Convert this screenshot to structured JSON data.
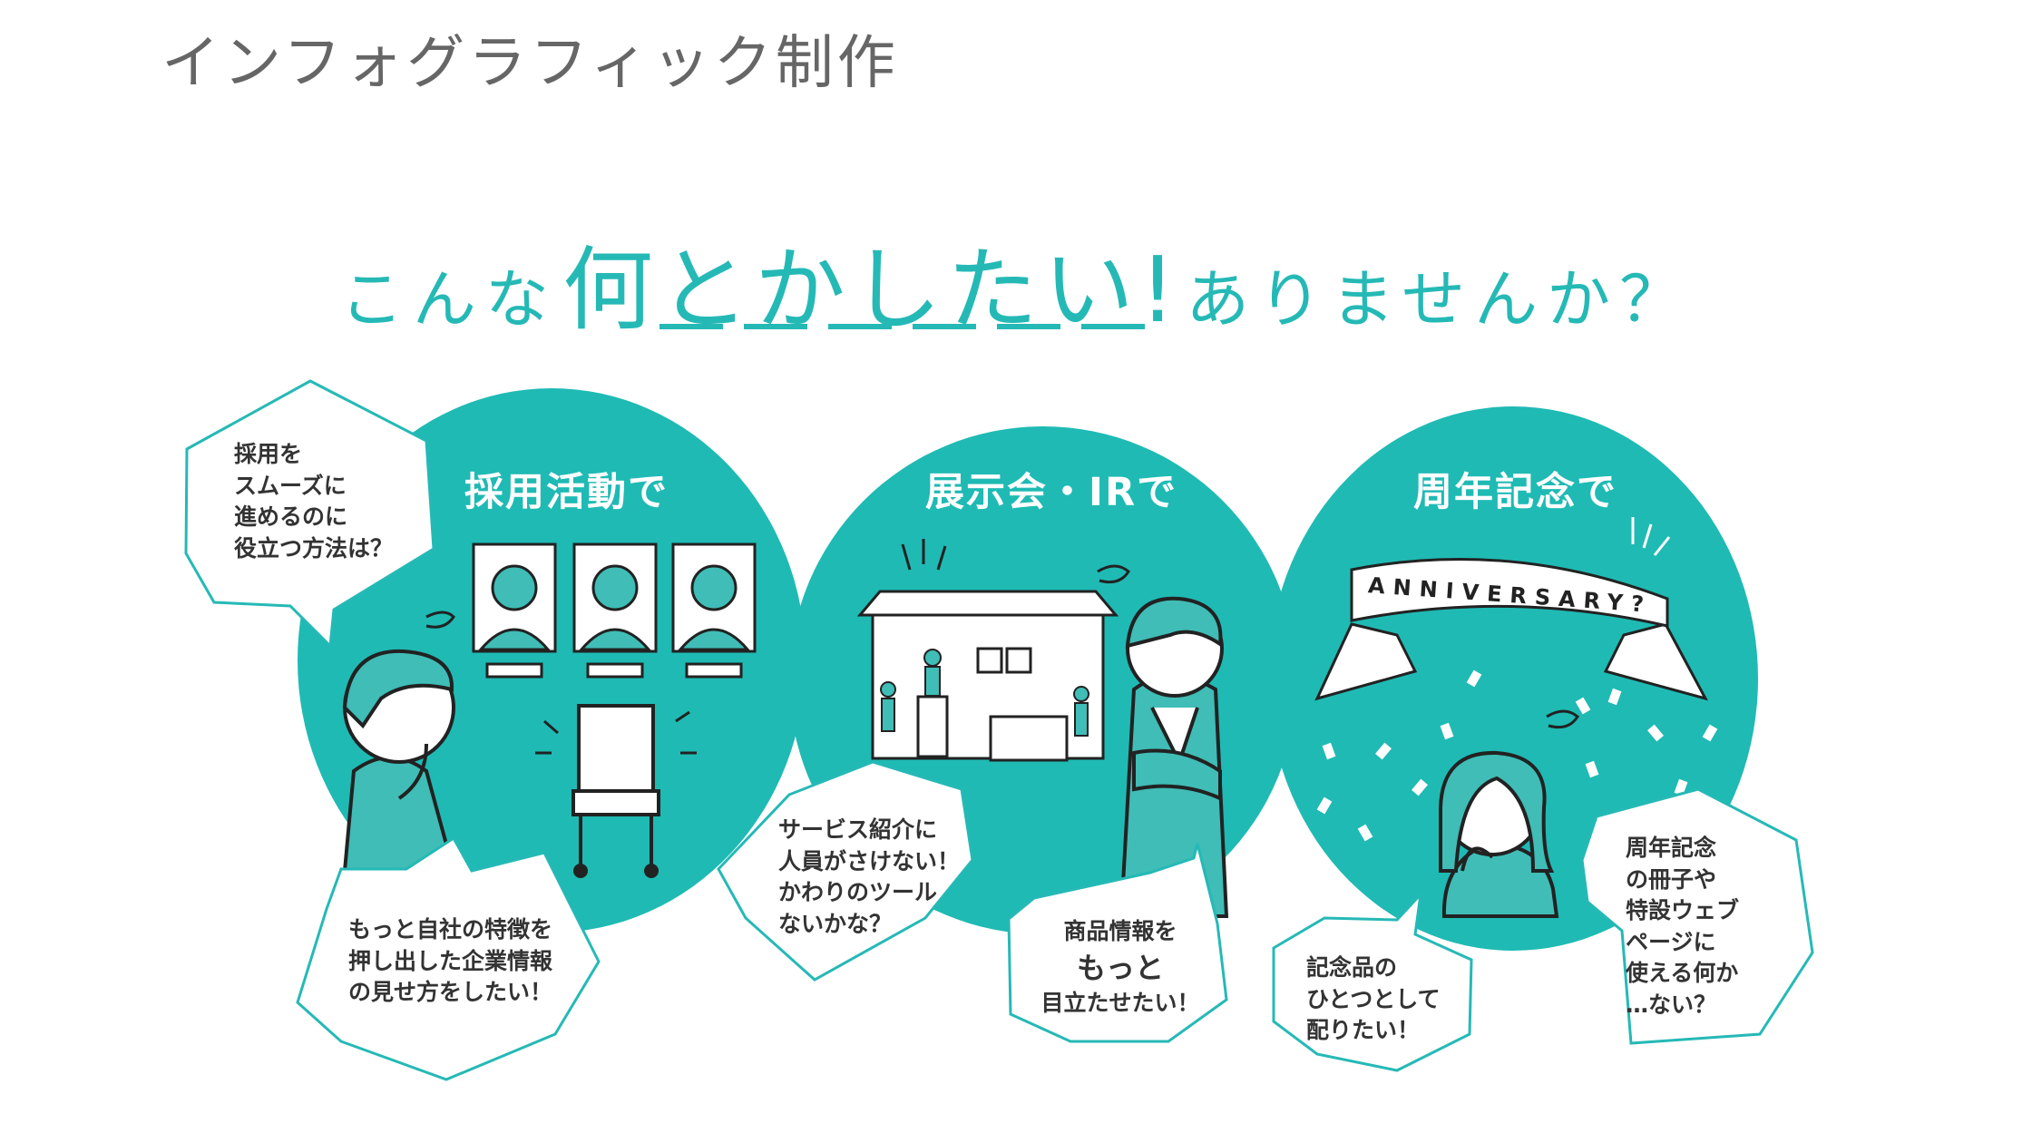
{
  "page_title": "インフォグラフィック制作",
  "headline": {
    "pre": "こんな",
    "emphasis_chars": [
      "何",
      "と",
      "か",
      "し",
      "た",
      "い"
    ],
    "exclaim": "!",
    "post": "ありませんか？"
  },
  "colors": {
    "accent": "#25b9b6",
    "circle": "#1fbab4",
    "title_gray": "#666666",
    "figure_fill": "#3fbdb6",
    "line": "#222222"
  },
  "sections": [
    {
      "title": "採用活動で",
      "bubbles": [
        [
          "採用を",
          "スムーズに",
          "進めるのに",
          "役立つ方法は？"
        ],
        [
          "もっと自社の特徴を",
          "押し出した企業情報",
          "の見せ方をしたい！"
        ]
      ]
    },
    {
      "title": "展示会・IRで",
      "bubbles": [
        [
          "サービス紹介に",
          "人員がさけない！",
          "かわりのツール",
          "ないかな？"
        ],
        [
          "商品情報を",
          "もっと",
          "目立たせたい！"
        ]
      ]
    },
    {
      "title": "周年記念で",
      "bubbles": [
        [
          "記念品の",
          "ひとつとして",
          "配りたい！"
        ],
        [
          "周年記念",
          "の冊子や",
          "特設ウェブ",
          "ページに",
          "使える何か",
          "…ない？"
        ]
      ],
      "ribbon_text": "ANNIVERSARY?"
    }
  ]
}
